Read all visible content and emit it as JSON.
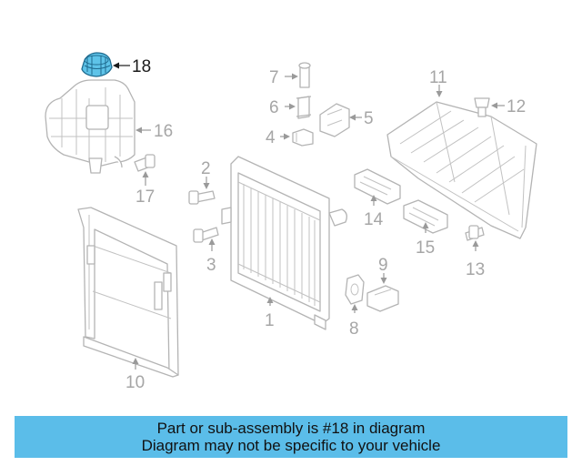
{
  "callouts": {
    "c1": "1",
    "c2": "2",
    "c3": "3",
    "c4": "4",
    "c5": "5",
    "c6": "6",
    "c7": "7",
    "c8": "8",
    "c9": "9",
    "c10": "10",
    "c11": "11",
    "c12": "12",
    "c13": "13",
    "c14": "14",
    "c15": "15",
    "c16": "16",
    "c17": "17",
    "c18": "18"
  },
  "highlight": {
    "part_number": "18",
    "color": "#5ec3e8"
  },
  "banner": {
    "line1": "Part or sub-assembly is #18 in diagram",
    "line2": "Diagram may not be specific to your vehicle",
    "color": "#5bbde9"
  }
}
